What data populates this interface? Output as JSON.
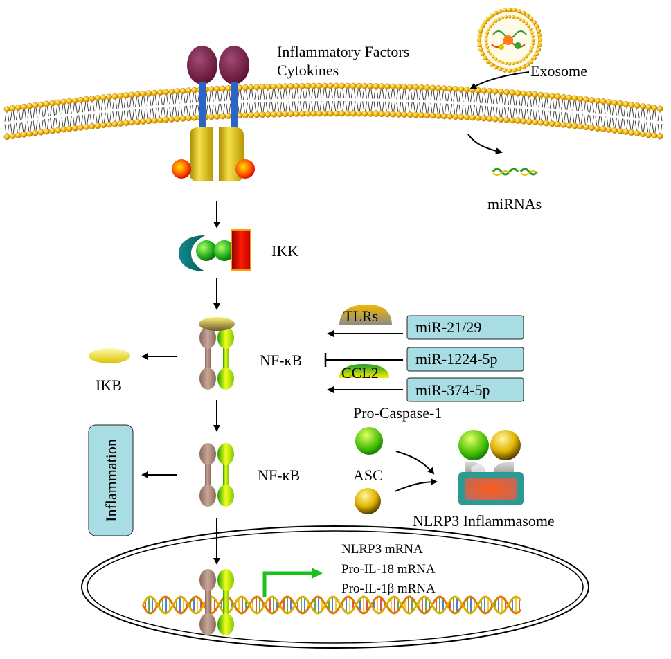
{
  "labels": {
    "receptor_line1": "Inflammatory Factors",
    "receptor_line2": "Cytokines",
    "exosome": "Exosome",
    "mirnas": "miRNAs",
    "ikk": "IKK",
    "nfkb_upper": "NF-κB",
    "nfkb_lower": "NF-κB",
    "ikb": "IKB",
    "inflammation": "Inflammation",
    "tlrs": "TLRs",
    "ccl2": "CCL2",
    "mir_21_29": "miR-21/29",
    "mir_1224": "miR-1224-5p",
    "mir_374": "miR-374-5p",
    "pro_caspase": "Pro-Caspase-1",
    "asc": "ASC",
    "inflammasome": "NLRP3 Inflammasome",
    "mrna_1": "NLRP3  mRNA",
    "mrna_2": "Pro-IL-18 mRNA",
    "mrna_3": "Pro-IL-1β mRNA"
  },
  "colors": {
    "membrane_head": "#e8a400",
    "receptor_head": "#7a1f4a",
    "receptor_stalk": "#2a64c8",
    "receptor_base": "#e7c200",
    "mir_box": "#a8dde3",
    "arrow_green": "#1bc21b"
  }
}
